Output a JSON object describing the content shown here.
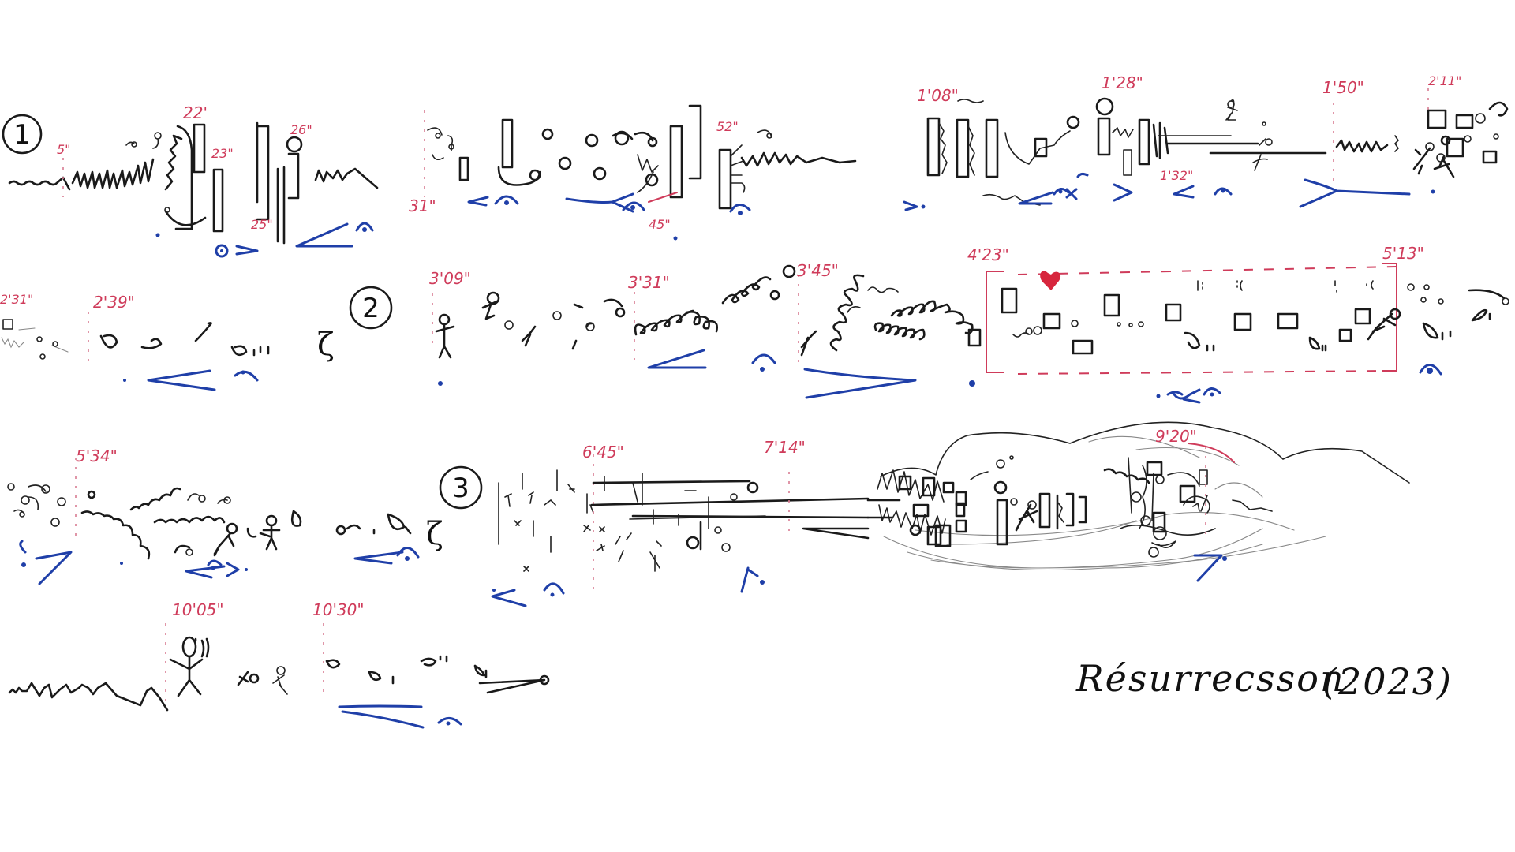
{
  "score": {
    "title": "Résurrecsson",
    "year": "(2023)",
    "ink_colors": {
      "black": "#1a1a1a",
      "blue": "#1f3fa8",
      "red": "#cf3b5a"
    },
    "sections": [
      {
        "number": "1"
      },
      {
        "number": "2"
      },
      {
        "number": "3"
      }
    ],
    "section_breaks": [
      "ζ",
      "ζ"
    ],
    "time_markers": {
      "row1": [
        "5\"",
        "22'",
        "23\"",
        "25\"",
        "26\"",
        "31\"",
        "45\"",
        "52\"",
        "1'08\"",
        "1'28\"",
        "1'32\"",
        "1'50\"",
        "2'11\""
      ],
      "row2": [
        "2'31\"",
        "2'39\"",
        "3'09\"",
        "3'31\"",
        "3'45\"",
        "4'23\"",
        "5'13\""
      ],
      "row3": [
        "5'34\"",
        "6'45\"",
        "7'14\"",
        "9'20\""
      ],
      "row4": [
        "10'05\"",
        "10'30\""
      ]
    },
    "boxed_region": {
      "start": "4'23\"",
      "end": "5'13\"",
      "marker": "heart"
    }
  }
}
